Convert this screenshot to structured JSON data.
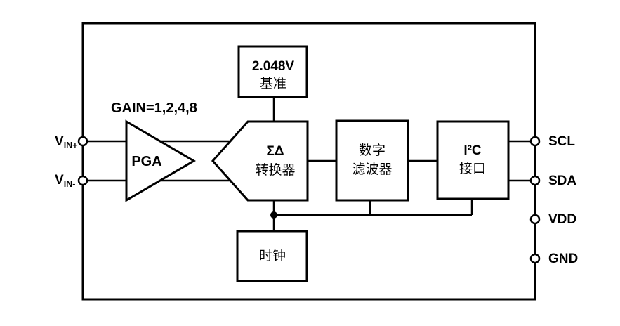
{
  "diagram": {
    "type": "adc-chip-block-diagram",
    "colors": {
      "ink": "#000000",
      "paper": "#ffffff"
    },
    "gain_label": "GAIN=1,2,4,8",
    "blocks": {
      "pga": {
        "label": "PGA"
      },
      "reference": {
        "line1": "2.048V",
        "line2": "基准"
      },
      "sigma_delta": {
        "line1": "ΣΔ",
        "line2": "转换器"
      },
      "digital_filter": {
        "line1": "数字",
        "line2": "滤波器"
      },
      "i2c": {
        "line1": "I²C",
        "line2": "接口"
      },
      "clock": {
        "label": "时钟"
      }
    },
    "pins": {
      "left": [
        {
          "base": "V",
          "sub": "IN+"
        },
        {
          "base": "V",
          "sub": "IN-"
        }
      ],
      "right": [
        {
          "label": "SCL"
        },
        {
          "label": "SDA"
        },
        {
          "label": "VDD"
        },
        {
          "label": "GND"
        }
      ]
    }
  }
}
